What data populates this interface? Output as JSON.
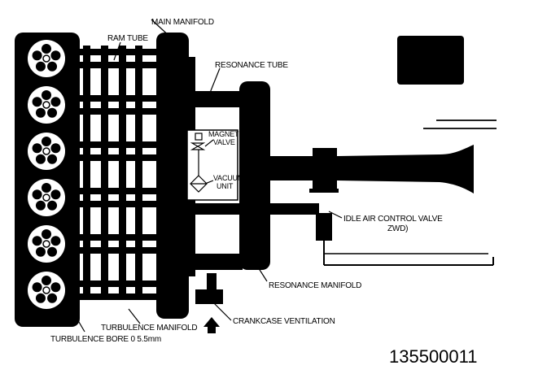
{
  "labels": {
    "main_manifold": "MAIN MANIFOLD",
    "ram_tube": "RAM TUBE",
    "resonance_tube": "RESONANCE TUBE",
    "magnetic_valve_line1": "MAGNETIC",
    "magnetic_valve_line2": "VALVE",
    "vacuum_unit_line1": "VACUUM",
    "vacuum_unit_line2": "UNIT",
    "idle_air_control_line1": "IDLE AIR CONTROL VALVE",
    "idle_air_control_line2": "ZWD)",
    "resonance_manifold": "RESONANCE MANIFOLD",
    "crankcase_ventilation": "CRANKCASE VENTILATION",
    "turbulence_manifold": "TURBULENCE MANIFOLD",
    "turbulence_bore": "TURBULENCE BORE 0 5.5mm"
  },
  "figure_number": "135500011",
  "cylinder_count": 6,
  "colors": {
    "ink": "#000000",
    "paper": "#ffffff"
  }
}
